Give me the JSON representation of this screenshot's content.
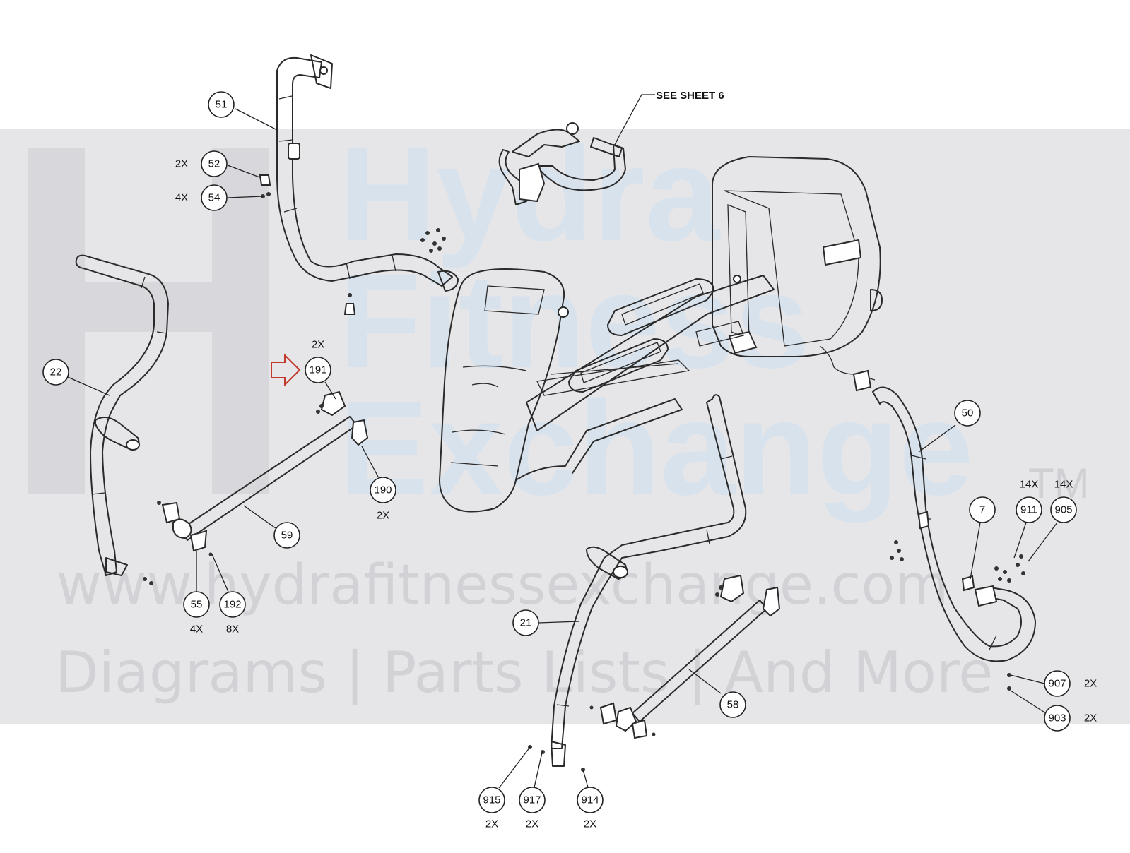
{
  "watermark": {
    "line1": "Hydra",
    "line2": "Fitness",
    "line3": "Exchange",
    "tm": "TM",
    "url": "www.hydrafitnessexchange.com",
    "tagline": "Diagrams | Parts Lists | And More"
  },
  "note": {
    "text": "SEE SHEET 6"
  },
  "arrow_color": "#c0392b",
  "callouts": [
    {
      "id": "51",
      "qty": ""
    },
    {
      "id": "52",
      "qty": "2X"
    },
    {
      "id": "54",
      "qty": "4X"
    },
    {
      "id": "22",
      "qty": ""
    },
    {
      "id": "191",
      "qty": "2X"
    },
    {
      "id": "190",
      "qty": "2X"
    },
    {
      "id": "59",
      "qty": ""
    },
    {
      "id": "55",
      "qty": "4X"
    },
    {
      "id": "192",
      "qty": "8X"
    },
    {
      "id": "50",
      "qty": ""
    },
    {
      "id": "7",
      "qty": ""
    },
    {
      "id": "911",
      "qty": "14X"
    },
    {
      "id": "905",
      "qty": "14X"
    },
    {
      "id": "21",
      "qty": ""
    },
    {
      "id": "58",
      "qty": ""
    },
    {
      "id": "907",
      "qty": "2X"
    },
    {
      "id": "903",
      "qty": "2X"
    },
    {
      "id": "915",
      "qty": "2X"
    },
    {
      "id": "917",
      "qty": "2X"
    },
    {
      "id": "914",
      "qty": "2X"
    }
  ]
}
